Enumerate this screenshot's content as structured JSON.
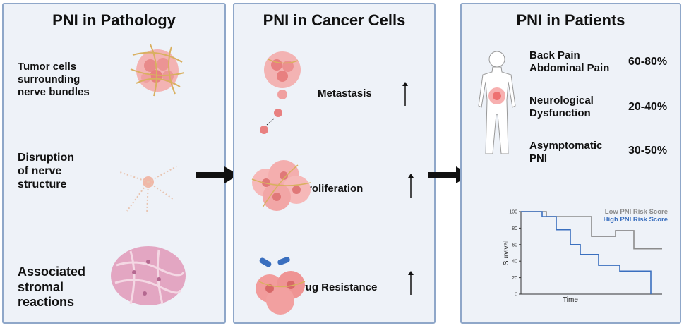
{
  "panels": {
    "pathology": {
      "title": "PNI in Pathology",
      "items": [
        {
          "line1": "Tumor cells",
          "line2": "surrounding",
          "line3": "nerve bundles"
        },
        {
          "line1": "Disruption",
          "line2": "of nerve",
          "line3": "structure"
        },
        {
          "line1": "Associated",
          "line2": "stromal",
          "line3": "reactions"
        }
      ]
    },
    "cancer_cells": {
      "title": "PNI in Cancer Cells",
      "items": [
        {
          "label": "Metastasis"
        },
        {
          "label": "Proliferation"
        },
        {
          "label": "Drug Resistance"
        }
      ]
    },
    "patients": {
      "title": "PNI in Patients",
      "symptoms": [
        {
          "line1": "Back Pain",
          "line2": "Abdominal Pain",
          "pct": "60-80%"
        },
        {
          "line1": "Neurological",
          "line2": "Dysfunction",
          "pct": "20-40%"
        },
        {
          "line1": "Asymptomatic",
          "line2": "PNI",
          "pct": "30-50%"
        }
      ]
    }
  },
  "colors": {
    "panel_bg": "#eef2f8",
    "panel_border": "#8fa7c9",
    "low_risk": "#8c8c8c",
    "high_risk": "#3a6fbf",
    "cell_pink": "#f0a0a0",
    "nerve_gold": "#d9b060"
  },
  "chart_data": {
    "type": "line",
    "title": "",
    "xlabel": "Time",
    "ylabel": "Survival",
    "y_ticks": [
      0,
      20,
      40,
      60,
      80,
      100
    ],
    "ylim": [
      0,
      100
    ],
    "xlim": [
      0,
      10
    ],
    "step": true,
    "legend_position": "top-right",
    "series": [
      {
        "name": "Low PNI Risk Score",
        "color": "#8c8c8c",
        "x": [
          0,
          1.8,
          1.8,
          5.0,
          5.0,
          6.7,
          6.7,
          8.0,
          8.0,
          10.0
        ],
        "y": [
          100,
          100,
          94,
          94,
          70,
          70,
          77,
          77,
          55,
          55
        ]
      },
      {
        "name": "High PNI Risk Score",
        "color": "#3a6fbf",
        "x": [
          0,
          1.5,
          1.5,
          2.5,
          2.5,
          3.5,
          3.5,
          4.2,
          4.2,
          5.5,
          5.5,
          7.0,
          7.0,
          9.2,
          9.2
        ],
        "y": [
          100,
          100,
          94,
          94,
          78,
          78,
          60,
          60,
          48,
          48,
          35,
          35,
          28,
          28,
          0
        ]
      }
    ]
  }
}
